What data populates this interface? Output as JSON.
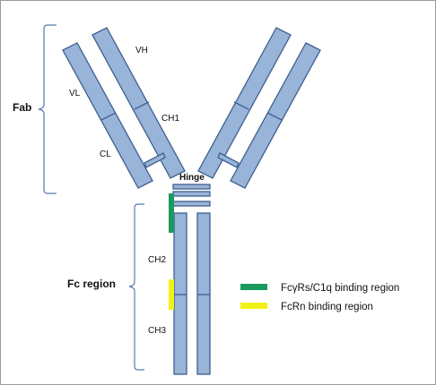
{
  "labels": {
    "vh": "VH",
    "vl": "VL",
    "ch1": "CH1",
    "cl": "CL",
    "hinge": "Hinge",
    "ch2": "CH2",
    "ch3": "CH3",
    "fab": "Fab",
    "fc": "Fc region"
  },
  "legend": [
    {
      "label": "FcγRs/C1q binding region",
      "color": "#1a9a5e"
    },
    {
      "label": "FcRn binding region",
      "color": "#f2f21a"
    }
  ],
  "colors": {
    "domain_fill": "#98b4d8",
    "domain_stroke": "#3f5f8f",
    "brace": "#5a7ab0"
  }
}
